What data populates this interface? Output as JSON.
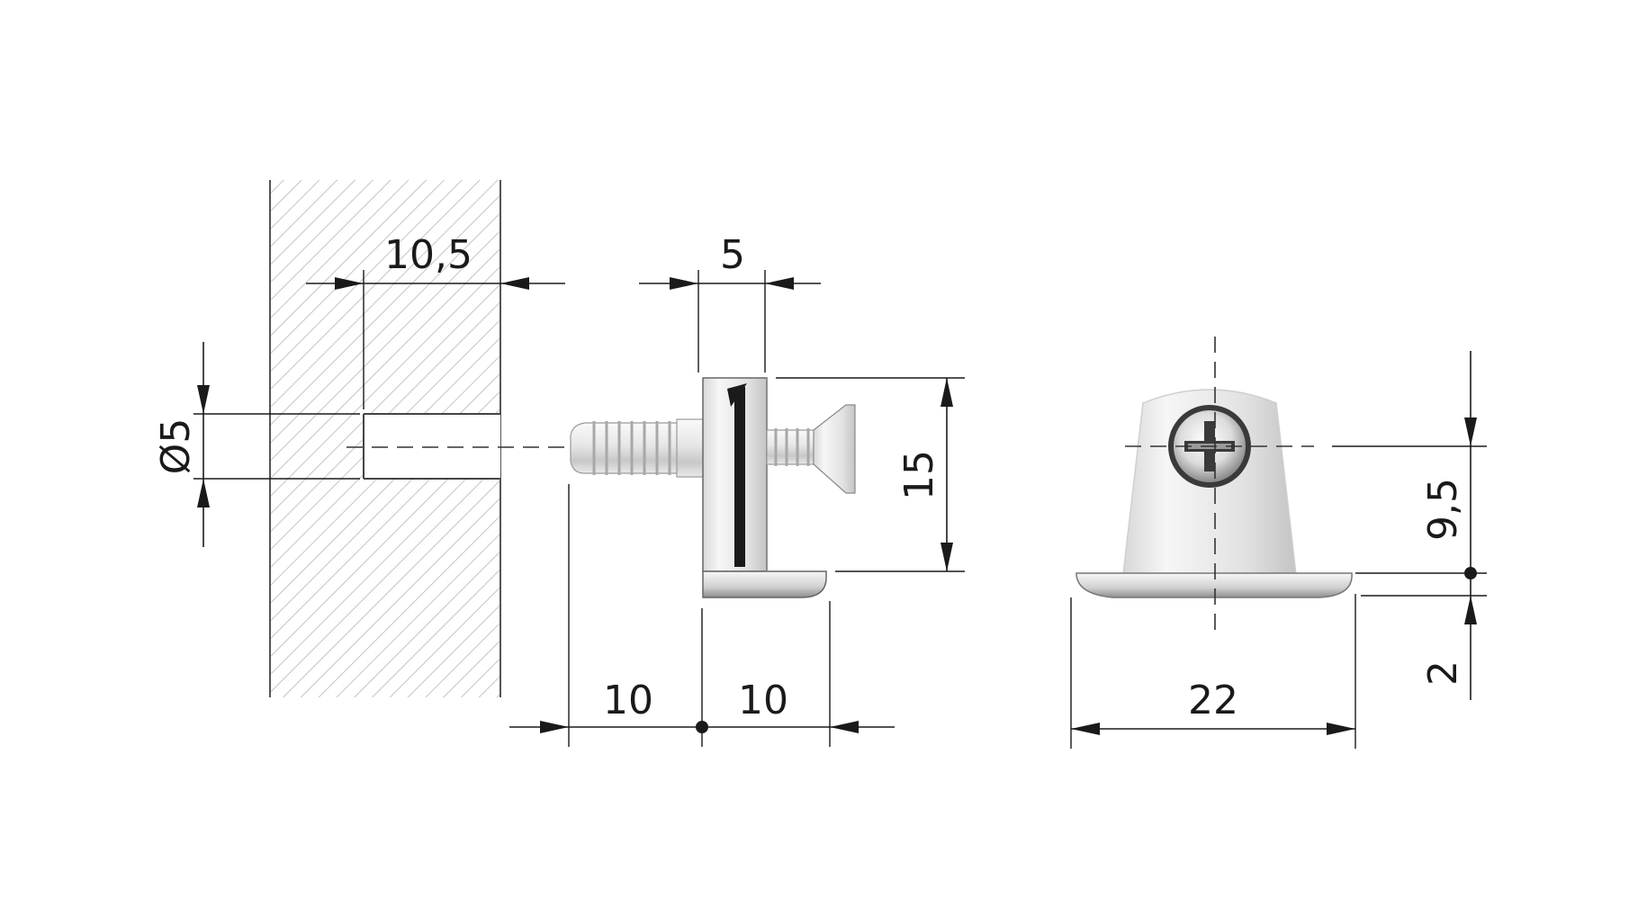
{
  "dimensions": {
    "hole_depth": "10,5",
    "hole_diameter": "Ø5",
    "body_width": "5",
    "body_height": "15",
    "pin_length": "10",
    "body_length": "10",
    "base_width": "22",
    "screw_height": "9,5",
    "base_thickness": "2"
  },
  "colors": {
    "line": "#1a1a1a",
    "hatch": "#b5b5b5",
    "metal_light": "#f2f2f2",
    "metal_mid": "#d4d4d4",
    "metal_dark": "#9a9a9a"
  }
}
